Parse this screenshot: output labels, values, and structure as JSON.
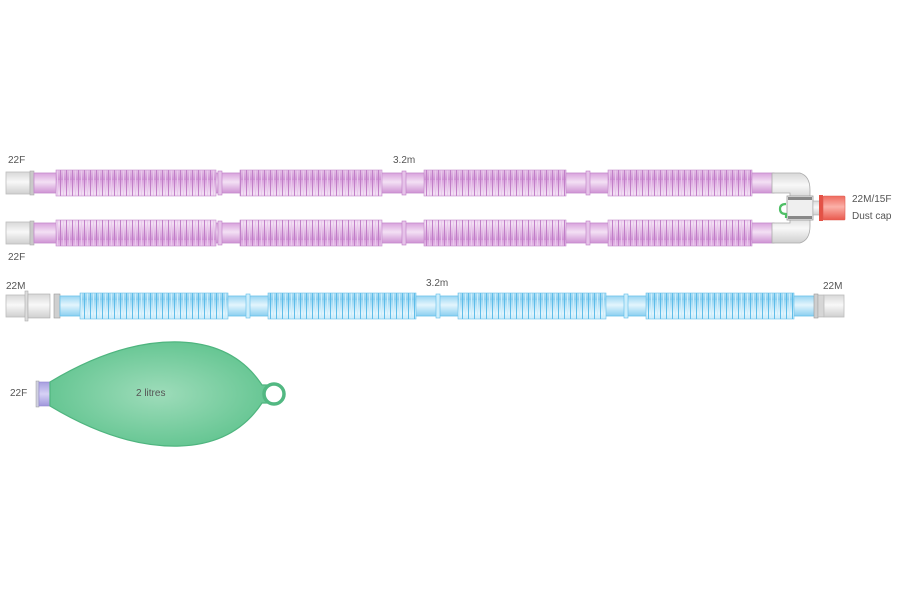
{
  "circuit": {
    "limb_top": {
      "left_connector": "22F",
      "length": "3.2m"
    },
    "limb_bottom": {
      "left_connector": "22F"
    },
    "wye": {
      "connector": "22M/15F",
      "cap": "Dust cap"
    },
    "colors": {
      "tube": "#d8a6dc",
      "tube_edge": "#b873c0",
      "cap": "#f0766a",
      "port": "#5cc070"
    }
  },
  "hose": {
    "left_connector": "22M",
    "right_connector": "22M",
    "length": "3.2m",
    "colors": {
      "tube": "#a8dcf4",
      "tube_edge": "#4fb6e6"
    }
  },
  "bag": {
    "connector": "22F",
    "volume": "2 litres",
    "colors": {
      "body": "#6ccb98",
      "edge": "#48b07a",
      "neck": "#b8b0e6"
    }
  }
}
